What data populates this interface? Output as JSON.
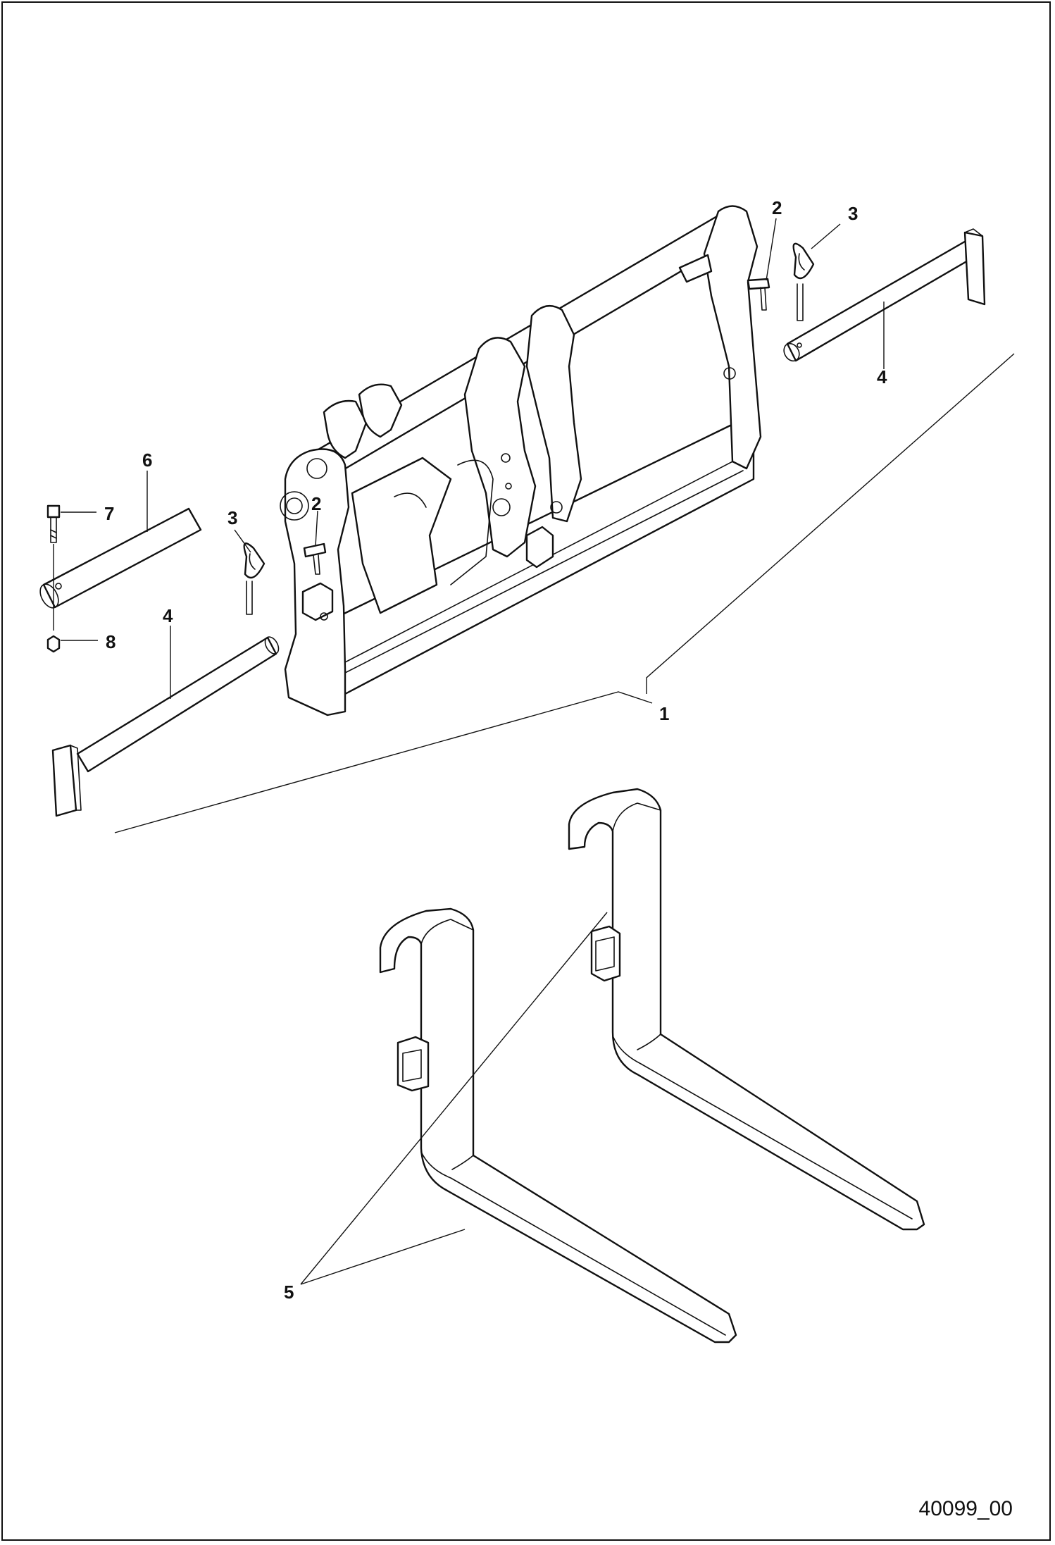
{
  "callouts": {
    "c1": "1",
    "c2a": "2",
    "c2b": "2",
    "c3a": "3",
    "c3b": "3",
    "c4a": "4",
    "c4b": "4",
    "c5": "5",
    "c6": "6",
    "c7": "7",
    "c8": "8"
  },
  "drawing_id": "40099_00"
}
